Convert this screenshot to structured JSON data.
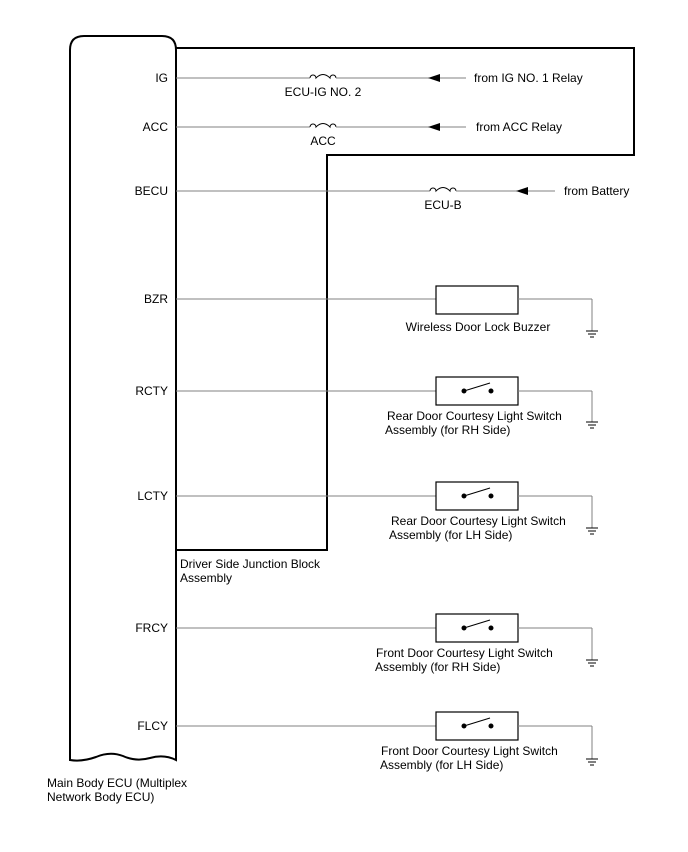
{
  "ecu": {
    "name_line1": "Main Body ECU (Multiplex",
    "name_line2": "Network Body ECU)"
  },
  "junction_block": {
    "name_line1": "Driver Side Junction Block",
    "name_line2": "Assembly"
  },
  "terminals": {
    "ig": "IG",
    "acc": "ACC",
    "becu": "BECU",
    "bzr": "BZR",
    "rcty": "RCTY",
    "lcty": "LCTY",
    "frcy": "FRCY",
    "flcy": "FLCY"
  },
  "fuses": {
    "ig": "ECU-IG NO. 2",
    "acc": "ACC",
    "becu": "ECU-B"
  },
  "sources": {
    "ig": "from IG NO. 1 Relay",
    "acc": "from ACC Relay",
    "becu": "from Battery"
  },
  "components": {
    "buzzer": "Wireless Door Lock Buzzer",
    "rear_rh_line1": "Rear Door Courtesy Light Switch",
    "rear_rh_line2": "Assembly (for RH Side)",
    "rear_lh_line1": "Rear Door Courtesy Light Switch",
    "rear_lh_line2": "Assembly (for LH Side)",
    "front_rh_line1": "Front Door Courtesy Light Switch",
    "front_rh_line2": "Assembly (for RH Side)",
    "front_lh_line1": "Front Door Courtesy Light Switch",
    "front_lh_line2": "Assembly (for LH Side)"
  }
}
